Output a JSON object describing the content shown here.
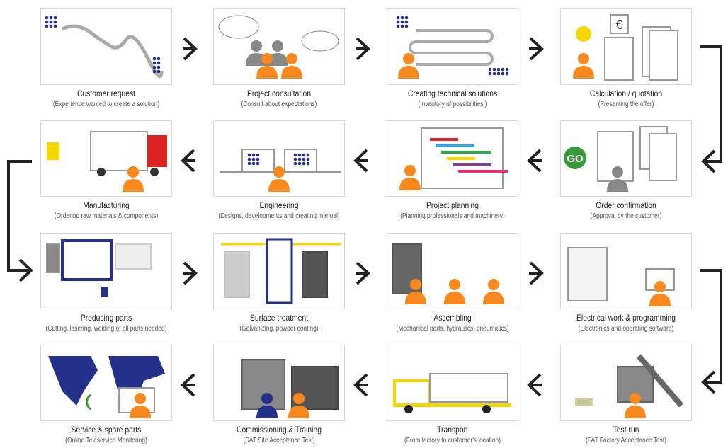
{
  "steps": [
    {
      "title": "Customer request",
      "subtitle": "(Experience wanted to create a solution)"
    },
    {
      "title": "Project consultation",
      "subtitle": "(Consult about expectations)"
    },
    {
      "title": "Creating technical solutions",
      "subtitle": "(Inventory of possibilities )"
    },
    {
      "title": "Calculation / quotation",
      "subtitle": "(Presenting the offer)"
    },
    {
      "title": "Order confirmation",
      "subtitle": "(Approval by the customer)"
    },
    {
      "title": "Project planning",
      "subtitle": "(Planning professionals and machinery)"
    },
    {
      "title": "Engineering",
      "subtitle": "(Designs, developments and creating manual)"
    },
    {
      "title": "Manufacturing",
      "subtitle": "(Ordering raw materials & components)"
    },
    {
      "title": "Producing parts",
      "subtitle": "(Cutting, lasering, welding of all parts needed)"
    },
    {
      "title": "Surface treatment",
      "subtitle": "(Galvanizing, powder coating)"
    },
    {
      "title": "Assembling",
      "subtitle": "(Mechanical parts, hydraulics, pneumatics)"
    },
    {
      "title": "Electrical work & programming",
      "subtitle": "(Electronics and operating software)"
    },
    {
      "title": "Test run",
      "subtitle": "(FAT  Factory Acceptance Test)"
    },
    {
      "title": "Transport",
      "subtitle": "(From factory to customer's location)"
    },
    {
      "title": "Commissioning & Training",
      "subtitle": "(SAT  Site Acceptance Test)"
    },
    {
      "title": "Service & spare parts",
      "subtitle": "(Online Teleservice Monitoring)"
    }
  ],
  "icons": {
    "go_badge": "GO",
    "currency": "€"
  },
  "colors": {
    "orange": "#f7891f",
    "blue": "#23318a",
    "gray": "#9a9a9a",
    "dark": "#222222",
    "green": "#3a9a3a",
    "yellow": "#f5d800"
  }
}
